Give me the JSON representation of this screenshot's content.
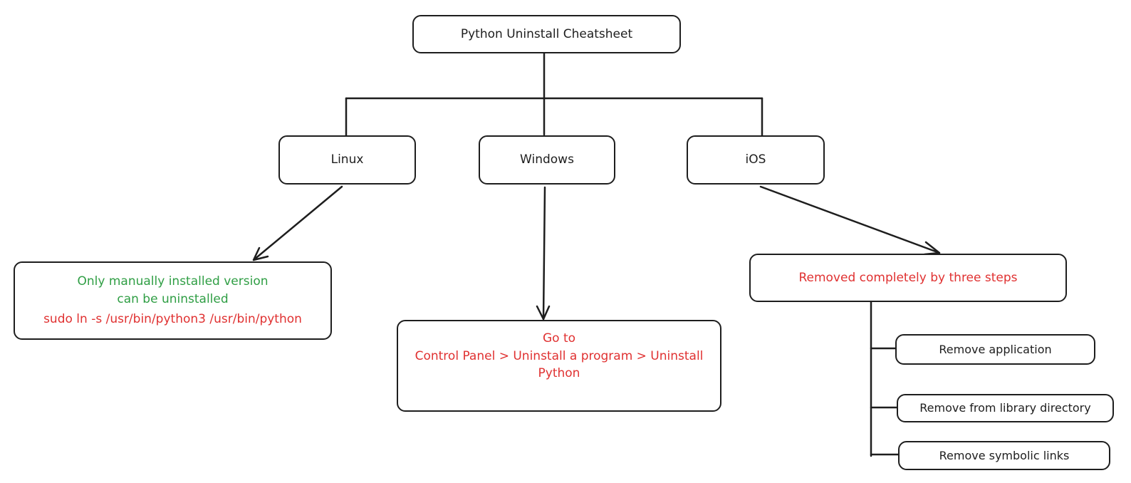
{
  "root": {
    "label": "Python Uninstall Cheatsheet"
  },
  "branches": {
    "linux": {
      "label": "Linux",
      "note_line1": "Only manually installed version",
      "note_line2": "can be uninstalled",
      "command": "sudo ln -s /usr/bin/python3 /usr/bin/python"
    },
    "windows": {
      "label": "Windows",
      "line1": "Go to",
      "line2": "Control Panel > Uninstall a program > Uninstall",
      "line3": "Python"
    },
    "ios": {
      "label": "iOS",
      "summary": "Removed completely by three steps",
      "steps": [
        "Remove application",
        "Remove from library directory",
        "Remove symbolic links"
      ]
    }
  },
  "colors": {
    "stroke": "#1e1e1e",
    "note_green": "#2f9e44",
    "note_red": "#e03131"
  }
}
